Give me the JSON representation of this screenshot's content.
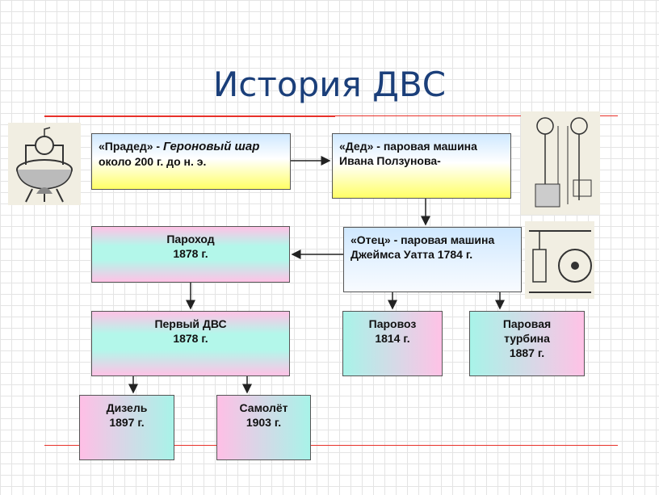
{
  "title": "История ДВС",
  "boxes": {
    "pradeed": {
      "pre": "«Прадед» - ",
      "italic": "Героновый шар",
      "post": " около 200 г. до н. э."
    },
    "ded": {
      "text": "«Дед» - паровая машина Ивана Ползунова-"
    },
    "otec": {
      "text": "«Отец» - паровая машина Джеймса Уатта 1784 г."
    },
    "parohod": {
      "name": "Пароход",
      "year": "1878 г."
    },
    "perviy_dvs": {
      "name": "Первый ДВС",
      "year": "1878 г."
    },
    "parovoz": {
      "name": "Паровоз",
      "year": "1814 г."
    },
    "turbina": {
      "name": "Паровая турбина",
      "year": "1887 г."
    },
    "dizel": {
      "name": "Дизель",
      "year": "1897 г."
    },
    "samolet": {
      "name": "Самолёт",
      "year": "1903 г."
    }
  },
  "colors": {
    "title": "#1b3f7a",
    "accent_line": "#e8312a"
  }
}
